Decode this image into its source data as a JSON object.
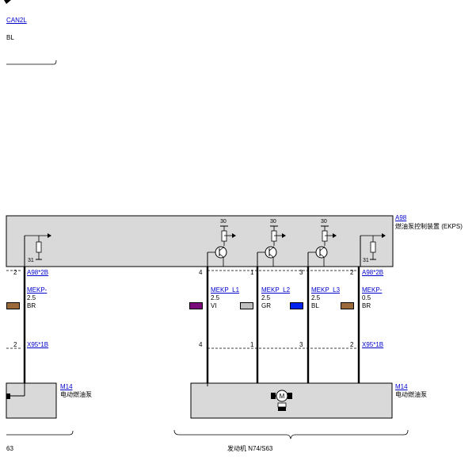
{
  "top_signal": {
    "link": "CAN2L",
    "color_code": "BL"
  },
  "control_unit": {
    "id": "A98",
    "name": "燃油泵控制装置 (EKPS)"
  },
  "pump": {
    "id": "M14",
    "name": "电动燃油泵"
  },
  "connectors": {
    "upper": "A98*2B",
    "lower": "X95*1B"
  },
  "ground_label": "31",
  "supply_label": "30",
  "left_wire": {
    "pin_top": "2",
    "pin_bottom": "2",
    "name": "MEKP-",
    "size": "2.5",
    "color": "BR",
    "swatch": "#9a6a3a"
  },
  "wires": [
    {
      "pin_top": "4",
      "pin_bottom": "4",
      "name": "MEKP_L1",
      "size": "2.5",
      "color": "VI",
      "swatch": "#7b0a7b"
    },
    {
      "pin_top": "1",
      "pin_bottom": "1",
      "name": "MEKP_L2",
      "size": "2.5",
      "color": "GR",
      "swatch": "#c0c0c0"
    },
    {
      "pin_top": "3",
      "pin_bottom": "3",
      "name": "MEKP_L3",
      "size": "2.5",
      "color": "BL",
      "swatch": "#0022ee"
    },
    {
      "pin_top": "2",
      "pin_bottom": "2",
      "name": "MEKP-",
      "size": "0.5",
      "color": "BR",
      "swatch": "#9a6a3a"
    }
  ],
  "motor_symbol": "M",
  "footer": {
    "left": "63",
    "center": "发动机 N74/S63"
  }
}
